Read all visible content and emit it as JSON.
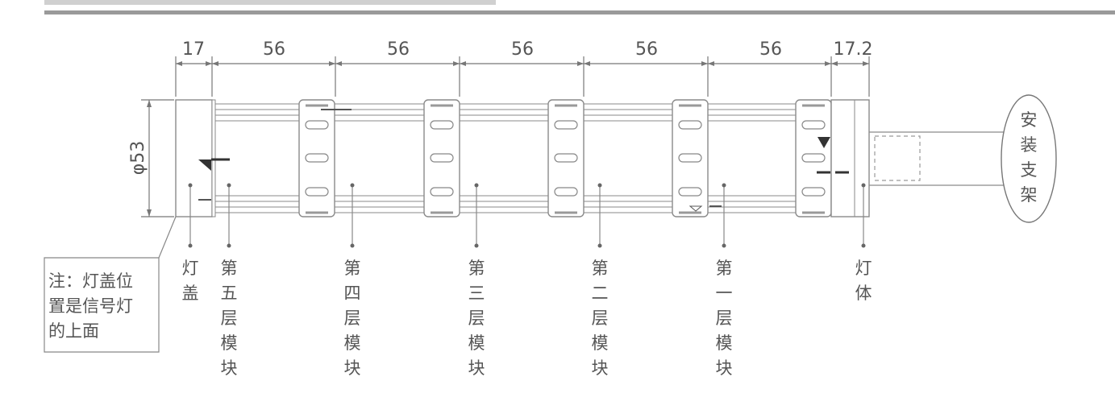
{
  "dimensions": {
    "segments": [
      "17",
      "56",
      "56",
      "56",
      "56",
      "56",
      "17.2"
    ],
    "diameter": "φ53"
  },
  "labels": {
    "cover": "灯盖",
    "module_5": "第五层模块",
    "module_4": "第四层模块",
    "module_3": "第三层模块",
    "module_2": "第二层模块",
    "module_1": "第一层模块",
    "body": "灯体"
  },
  "bracket": "安装支架",
  "note": [
    "注：灯盖位",
    "置是信号灯",
    "的上面"
  ]
}
